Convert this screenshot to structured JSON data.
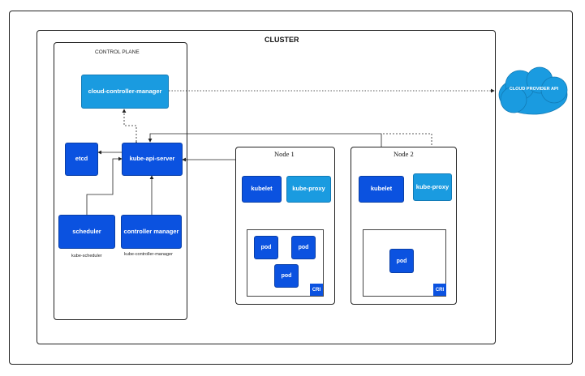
{
  "cluster": {
    "title": "CLUSTER"
  },
  "control_plane": {
    "title": "CONTROL PLANE",
    "cloud_controller_manager": "cloud-controller-manager",
    "etcd": "etcd",
    "kube_api_server": "kube-api-server",
    "scheduler": "scheduler",
    "scheduler_caption": "kube-scheduler",
    "controller_manager": "controller manager",
    "controller_manager_caption": "kube-controller-manager"
  },
  "cloud": {
    "label": "CLOUD PROVIDER API"
  },
  "nodes": [
    {
      "title": "Node 1",
      "kubelet": "kubelet",
      "kube_proxy": "kube-proxy",
      "pods": [
        "pod",
        "pod",
        "pod"
      ],
      "cri": "CRI"
    },
    {
      "title": "Node 2",
      "kubelet": "kubelet",
      "kube_proxy": "kube-proxy",
      "pods": [
        "pod"
      ],
      "cri": "CRI"
    }
  ],
  "colors": {
    "dark_block": "#0b52e0",
    "light_block": "#1a9be0",
    "cloud": "#1a9be0"
  }
}
